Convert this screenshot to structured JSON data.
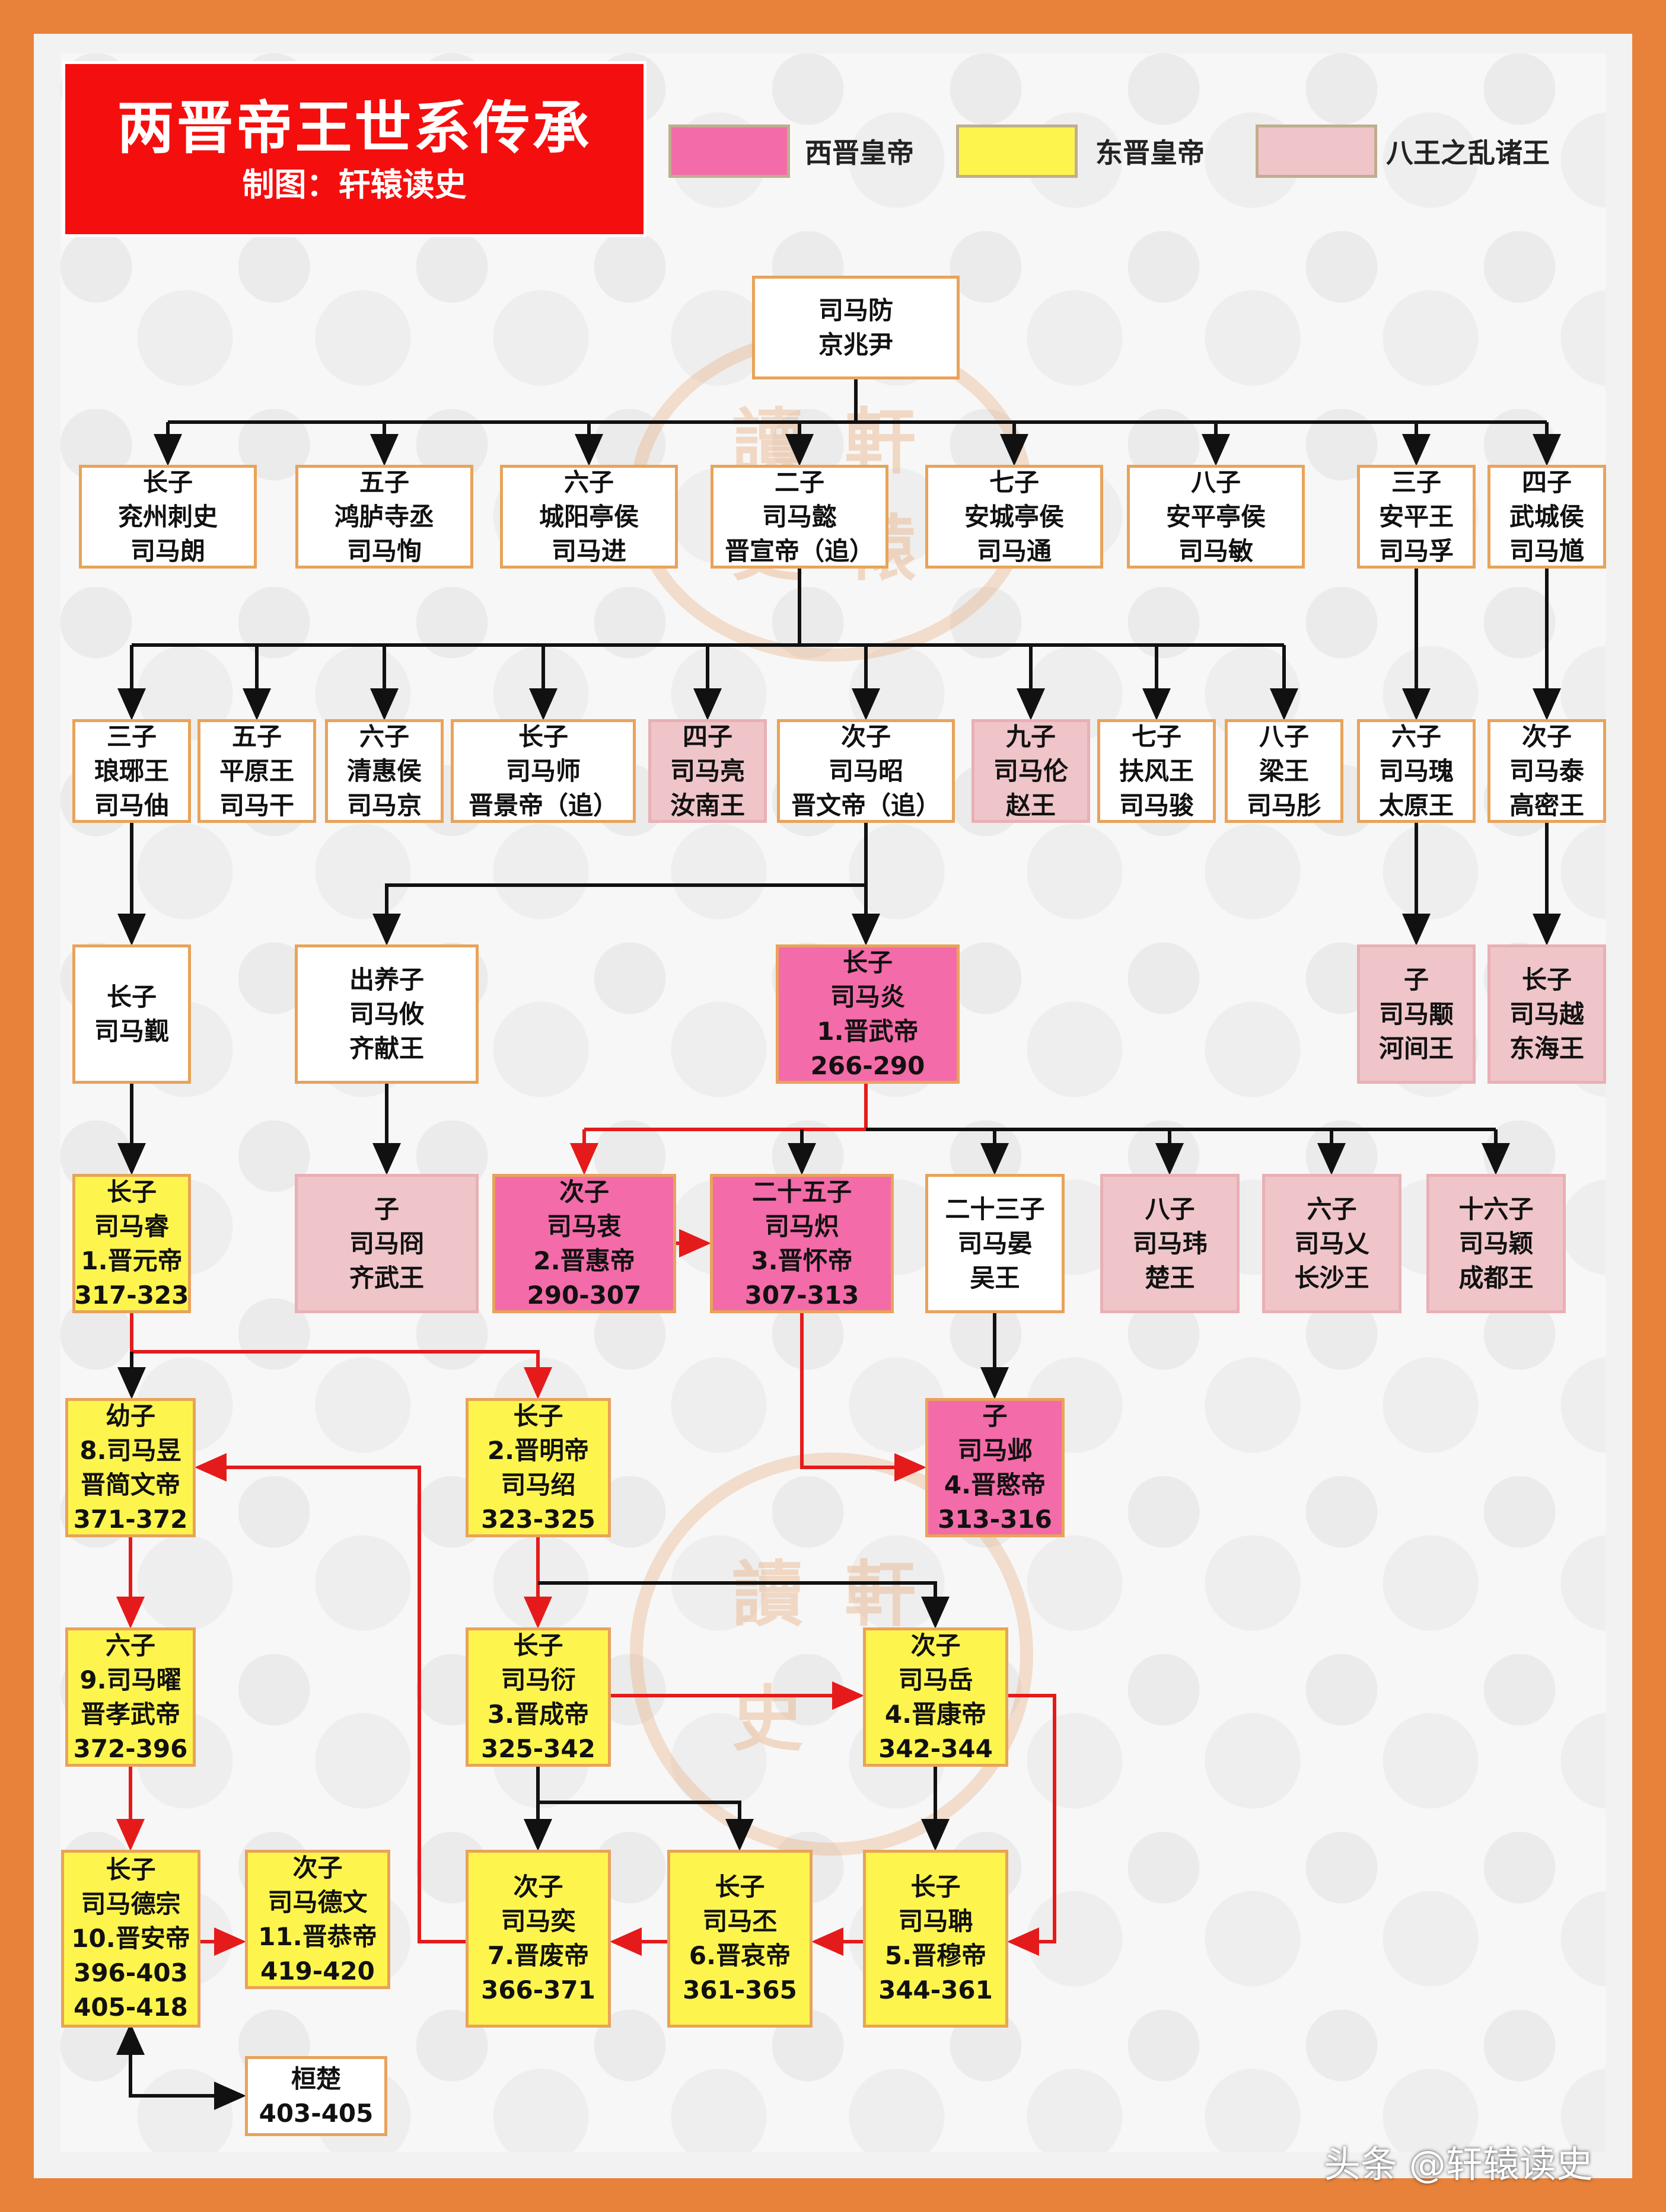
{
  "title": {
    "main": "两晋帝王世系传承",
    "sub": "制图：轩辕读史"
  },
  "legend": [
    {
      "label": "西晋皇帝",
      "color": "#f36ba8"
    },
    {
      "label": "东晋皇帝",
      "color": "#fdf54e"
    },
    {
      "label": "八王之乱诸王",
      "color": "#efc5c9"
    }
  ],
  "watermark_chars": [
    "讀",
    "軒",
    "史",
    "轅"
  ],
  "credit": "头条 @轩辕读史",
  "nodes": {
    "fang": [
      "司马防",
      "京兆尹"
    ],
    "lang": [
      "长子",
      "兖州刺史",
      "司马朗"
    ],
    "xun": [
      "五子",
      "鸿胪寺丞",
      "司马恂"
    ],
    "jin": [
      "六子",
      "城阳亭侯",
      "司马进"
    ],
    "yi": [
      "二子",
      "司马懿",
      "晋宣帝（追）"
    ],
    "tong": [
      "七子",
      "安城亭侯",
      "司马通"
    ],
    "min": [
      "八子",
      "安平亭侯",
      "司马敏"
    ],
    "fu": [
      "三子",
      "安平王",
      "司马孚"
    ],
    "kui": [
      "四子",
      "武城侯",
      "司马馗"
    ],
    "zhou": [
      "三子",
      "琅琊王",
      "司马伷"
    ],
    "gan": [
      "五子",
      "平原王",
      "司马干"
    ],
    "jing": [
      "六子",
      "清惠侯",
      "司马京"
    ],
    "shi": [
      "长子",
      "司马师",
      "晋景帝（追）"
    ],
    "liang": [
      "四子",
      "司马亮",
      "汝南王"
    ],
    "zhao": [
      "次子",
      "司马昭",
      "晋文帝（追）"
    ],
    "lun": [
      "九子",
      "司马伦",
      "赵王"
    ],
    "jun": [
      "七子",
      "扶风王",
      "司马骏"
    ],
    "tongl": [
      "八子",
      "梁王",
      "司马肜"
    ],
    "gui": [
      "六子",
      "司马瑰",
      "太原王"
    ],
    "tai": [
      "次子",
      "司马泰",
      "高密王"
    ],
    "jin2": [
      "长子",
      "司马觐"
    ],
    "you": [
      "出养子",
      "司马攸",
      "齐献王"
    ],
    "yan": [
      "长子",
      "司马炎",
      "1.晋武帝",
      "266-290"
    ],
    "yong": [
      "子",
      "司马颙",
      "河间王"
    ],
    "yue": [
      "长子",
      "司马越",
      "东海王"
    ],
    "rui": [
      "长子",
      "司马睿",
      "1.晋元帝",
      "317-323"
    ],
    "jiong": [
      "子",
      "司马冏",
      "齐武王"
    ],
    "zhong": [
      "次子",
      "司马衷",
      "2.晋惠帝",
      "290-307"
    ],
    "chi": [
      "二十五子",
      "司马炽",
      "3.晋怀帝",
      "307-313"
    ],
    "yan2": [
      "二十三子",
      "司马晏",
      "吴王"
    ],
    "wei": [
      "八子",
      "司马玮",
      "楚王"
    ],
    "ai": [
      "六子",
      "司马乂",
      "长沙王"
    ],
    "ying": [
      "十六子",
      "司马颖",
      "成都王"
    ],
    "yu": [
      "幼子",
      "8.司马昱",
      "晋简文帝",
      "371-372"
    ],
    "shao": [
      "长子",
      "2.晋明帝",
      "司马绍",
      "323-325"
    ],
    "ye": [
      "子",
      "司马邺",
      "4.晋愍帝",
      "313-316"
    ],
    "yao": [
      "六子",
      "9.司马曜",
      "晋孝武帝",
      "372-396"
    ],
    "yan3": [
      "长子",
      "司马衍",
      "3.晋成帝",
      "325-342"
    ],
    "yue2": [
      "次子",
      "司马岳",
      "4.晋康帝",
      "342-344"
    ],
    "dezong": [
      "长子",
      "司马德宗",
      "10.晋安帝",
      "396-403",
      "405-418"
    ],
    "dewen": [
      "次子",
      "司马德文",
      "11.晋恭帝",
      "419-420"
    ],
    "yi2": [
      "次子",
      "司马奕",
      "7.晋废帝",
      "366-371"
    ],
    "pi": [
      "长子",
      "司马丕",
      "6.晋哀帝",
      "361-365"
    ],
    "dan": [
      "长子",
      "司马聃",
      "5.晋穆帝",
      "344-361"
    ],
    "huanxuan": [
      "桓楚",
      "403-405"
    ]
  }
}
